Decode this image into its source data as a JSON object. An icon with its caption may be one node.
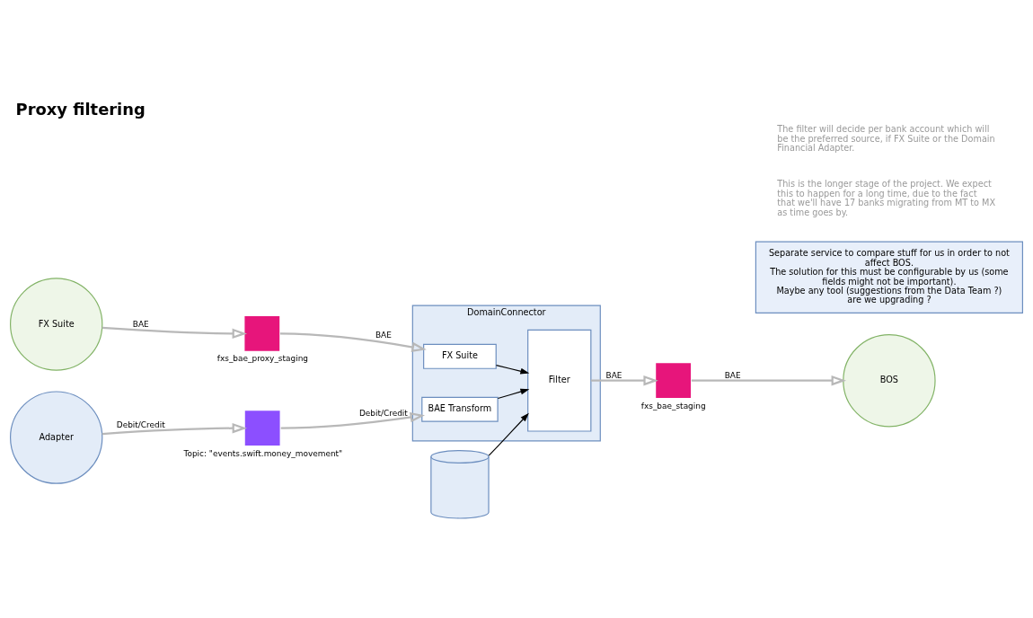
{
  "diagram": {
    "title": "Proxy filtering",
    "nodes": [
      {
        "text": [
          "FX Suite"
        ]
      },
      {
        "text": [],
        "shape": "box",
        "beside": [
          "fxs_bae_proxy_staging"
        ]
      },
      {
        "text": [
          "DomainConnector"
        ]
      },
      {
        "text": [
          "FX Suite"
        ],
        "in": 2
      },
      {
        "text": [
          "BAE Transform"
        ],
        "in": 2
      },
      {
        "text": [
          "Filter"
        ],
        "in": 2
      },
      {
        "text": [],
        "shape": "box",
        "beside": [
          "fxs_bae_staging"
        ]
      },
      {
        "text": [
          "BOS"
        ]
      },
      {
        "text": [],
        "shape": "cylinder"
      },
      {
        "text": [],
        "shape": "box",
        "beside": [
          "Topic: \"events.swift.money_movement\""
        ]
      },
      {
        "text": [
          "Adapter"
        ]
      },
      {
        "text": [
          "Separate service to compare stuff for us in order to not affect BOS.",
          "The solution for this must be configurable by us (some fields might not be important).",
          "Maybe any tool (suggestions from the Data Team ?)",
          "are we upgrading ?"
        ]
      }
    ],
    "edges": [
      {
        "from": 0,
        "to": 1,
        "arrow": "to",
        "label": "BAE"
      },
      {
        "from": 1,
        "to": 3,
        "arrow": "to",
        "label": "BAE"
      },
      {
        "from": 3,
        "to": 5,
        "arrow": "to",
        "color": "#000000"
      },
      {
        "from": 4,
        "to": 5,
        "arrow": "to",
        "color": "#000000"
      },
      {
        "from": 5,
        "to": 6,
        "arrow": "to",
        "label": "BAE"
      },
      {
        "from": 6,
        "to": 7,
        "arrow": "to",
        "label": "BAE"
      },
      {
        "from": 8,
        "to": 5,
        "arrow": "to",
        "color": "#000000"
      },
      {
        "from": 9,
        "to": 4,
        "arrow": "to",
        "label": "Debit/Credit"
      },
      {
        "from": 10,
        "to": 9,
        "arrow": "to",
        "label": "Debit/Credit"
      }
    ],
    "labels": [
      "The filter will decide per bank account which will be the preferred source, if FX Suite or the Domain Financial Adapter.",
      "This is the longer stage of the project. We expect this to happen for a long time, due to the fact that we'll have 17 banks migrating from MT to MX as time goes by."
    ]
  }
}
